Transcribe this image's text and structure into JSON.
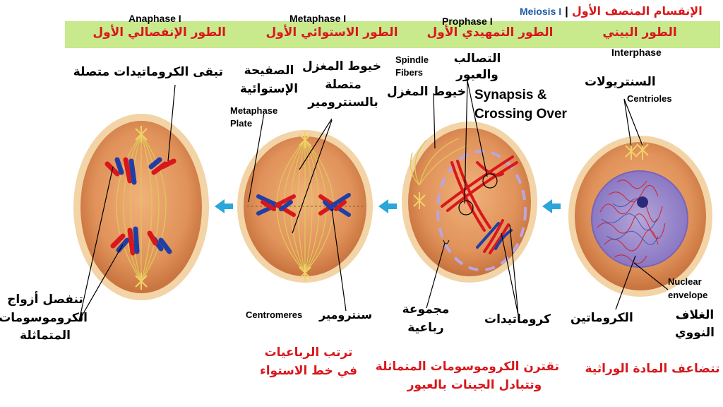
{
  "title": {
    "en": "Meiosis I",
    "sep": "|",
    "ar": "الإنقسام المنصف الأول"
  },
  "stages": [
    {
      "en": "Anaphase I",
      "ar": "الطور الإنفصالي الأول"
    },
    {
      "en": "Metaphase I",
      "ar": "الطور الاستوائي الأول"
    },
    {
      "en": "Prophase I",
      "ar": "الطور التمهيدي الأول"
    },
    {
      "ar": "الطور البيني",
      "en": "Interphase"
    }
  ],
  "labels": {
    "anaphase_top_ar": "تبقى الكروماتيدات متصلة",
    "anaphase_bottom_ar_1": "تنفصل أزواج",
    "anaphase_bottom_ar_2": "الكروموسومات",
    "anaphase_bottom_ar_3": "المتماثلة",
    "plate_ar_1": "الصفيحة",
    "plate_ar_2": "الإستوائية",
    "plate_en_1": "Metaphase",
    "plate_en_2": "Plate",
    "spindle_attached_ar_1": "خيوط المغزل",
    "spindle_attached_ar_2": "متصلة",
    "spindle_attached_ar_3": "بالسنترومير",
    "centromeres_en": "Centromeres",
    "centromeres_ar": "سنترومير",
    "spindle_en_1": "Spindle",
    "spindle_en_2": "Fibers",
    "spindle_ar": "خيوط المغزل",
    "synapsis_ar_1": "التصالب",
    "synapsis_ar_2": "والعبور",
    "synapsis_en_1": "Synapsis &",
    "synapsis_en_2": "Crossing Over",
    "tetrad_ar_1": "مجموعة",
    "tetrad_ar_2": "رباعية",
    "chromatids_ar": "كروماتيدات",
    "centrioles_ar": "السنتريولات",
    "centrioles_en": "Centrioles",
    "nuclear_en_1": "Nuclear",
    "nuclear_en_2": "envelope",
    "nuclear_ar_1": "الغلاف",
    "nuclear_ar_2": "النووي",
    "chromatin_ar": "الكروماتين"
  },
  "captions": {
    "metaphase_1": "ترتب الرباعيات",
    "metaphase_2": "في خط الاستواء",
    "prophase_1": "تقترن الكروموسومات المتماثلة",
    "prophase_2": "وتتبادل الجينات بالعبور",
    "interphase": "تتضاعف المادة الوراثية"
  },
  "colors": {
    "band": "#c8e98c",
    "cell_fill": "#e0925a",
    "cell_rim": "#f3d4a6",
    "caption_red": "#d8171c",
    "arrow": "#2aa6d9",
    "chrom_red": "#d8171c",
    "chrom_blue": "#1f3fa6",
    "spindle": "#e0c45a"
  }
}
